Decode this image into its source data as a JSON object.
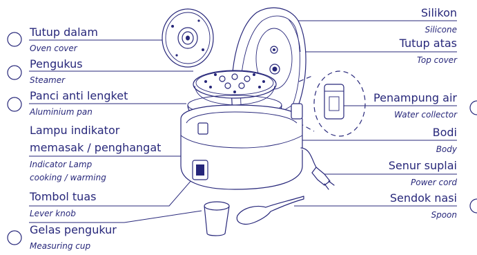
{
  "theme": {
    "ink": "#27277a",
    "background": "#ffffff"
  },
  "labels": {
    "inner_lid": {
      "main": "Tutup dalam",
      "sub": "Oven cover"
    },
    "steamer": {
      "main": "Pengukus",
      "sub": "Steamer"
    },
    "pan": {
      "main": "Panci anti lengket",
      "sub": "Aluminium pan"
    },
    "indicator": {
      "main_line1": "Lampu indikator",
      "main_line2": "memasak / penghangat",
      "sub_line1": "Indicator Lamp",
      "sub_line2": "cooking / warming"
    },
    "lever": {
      "main": "Tombol tuas",
      "sub": "Lever knob"
    },
    "cup": {
      "main": "Gelas pengukur",
      "sub": "Measuring cup"
    },
    "silicone": {
      "main": "Silikon",
      "sub": "Silicone"
    },
    "top_cover": {
      "main": "Tutup atas",
      "sub": "Top cover"
    },
    "water_collector": {
      "main": "Penampung air",
      "sub": "Water collector"
    },
    "body": {
      "main": "Bodi",
      "sub": "Body"
    },
    "power_cord": {
      "main": "Senur suplai",
      "sub": "Power cord"
    },
    "spoon": {
      "main": "Sendok nasi",
      "sub": "Spoon"
    }
  }
}
